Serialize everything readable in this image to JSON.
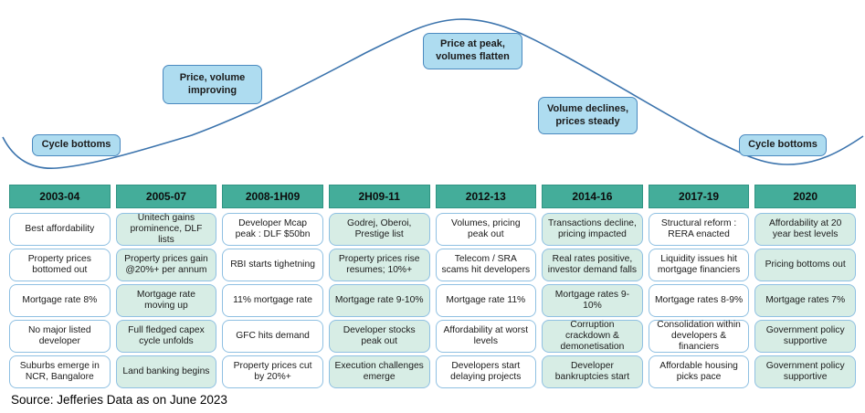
{
  "colors": {
    "header_teal": "#44AD9A",
    "header_border": "#2F9483",
    "cell_green": "#D7EDE5",
    "cell_white": "#FFFFFF",
    "cell_border": "#8FC0E2",
    "curve_blue": "#3C74AD",
    "label_fill": "#AEDCF0",
    "label_border": "#4A89BF",
    "text_dark": "#1B1B1B"
  },
  "cycle": {
    "labels": [
      {
        "id": "cycle-bottoms-left",
        "text": "Cycle bottoms"
      },
      {
        "id": "price-volume-improving",
        "text": "Price, volume improving"
      },
      {
        "id": "price-at-peak",
        "text": "Price at peak, volumes flatten"
      },
      {
        "id": "volume-declines",
        "text": "Volume declines, prices steady"
      },
      {
        "id": "cycle-bottoms-right",
        "text": "Cycle bottoms"
      }
    ]
  },
  "table": {
    "columns": [
      {
        "period": "2003-04",
        "cells": [
          "Best affordability",
          "Property prices bottomed out",
          "Mortgage rate 8%",
          "No major listed developer",
          "Suburbs emerge in NCR, Bangalore"
        ]
      },
      {
        "period": "2005-07",
        "cells": [
          "Unitech gains prominence, DLF lists",
          "Property prices gain @20%+ per annum",
          "Mortgage rate moving up",
          "Full fledged capex cycle unfolds",
          "Land banking begins"
        ]
      },
      {
        "period": "2008-1H09",
        "cells": [
          "Developer Mcap peak : DLF $50bn",
          "RBI starts tighetning",
          "11% mortgage rate",
          "GFC hits demand",
          "Property prices cut by 20%+"
        ]
      },
      {
        "period": "2H09-11",
        "cells": [
          "Godrej, Oberoi, Prestige list",
          "Property prices rise resumes; 10%+",
          "Mortgage rate 9-10%",
          "Developer stocks peak out",
          "Execution challenges emerge"
        ]
      },
      {
        "period": "2012-13",
        "cells": [
          "Volumes, pricing peak out",
          "Telecom / SRA scams hit developers",
          "Mortgage rate 11%",
          "Affordability at worst levels",
          "Developers start delaying projects"
        ]
      },
      {
        "period": "2014-16",
        "cells": [
          "Transactions decline, pricing impacted",
          "Real rates positive, investor demand falls",
          "Mortgage rates 9-10%",
          "Corruption crackdown & demonetisation",
          "Developer bankruptcies start"
        ]
      },
      {
        "period": "2017-19",
        "cells": [
          "Structural reform : RERA enacted",
          "Liquidity issues hit mortgage financiers",
          "Mortgage rates 8-9%",
          "Consolidation within developers & financiers",
          "Affordable housing picks pace"
        ]
      },
      {
        "period": "2020",
        "cells": [
          "Affordability at 20 year best levels",
          "Pricing bottoms out",
          "Mortgage rates 7%",
          "Government policy supportive",
          "Government policy supportive"
        ]
      }
    ]
  },
  "footer": {
    "source_note": "Source: Jefferies  Data as on June 2023"
  }
}
